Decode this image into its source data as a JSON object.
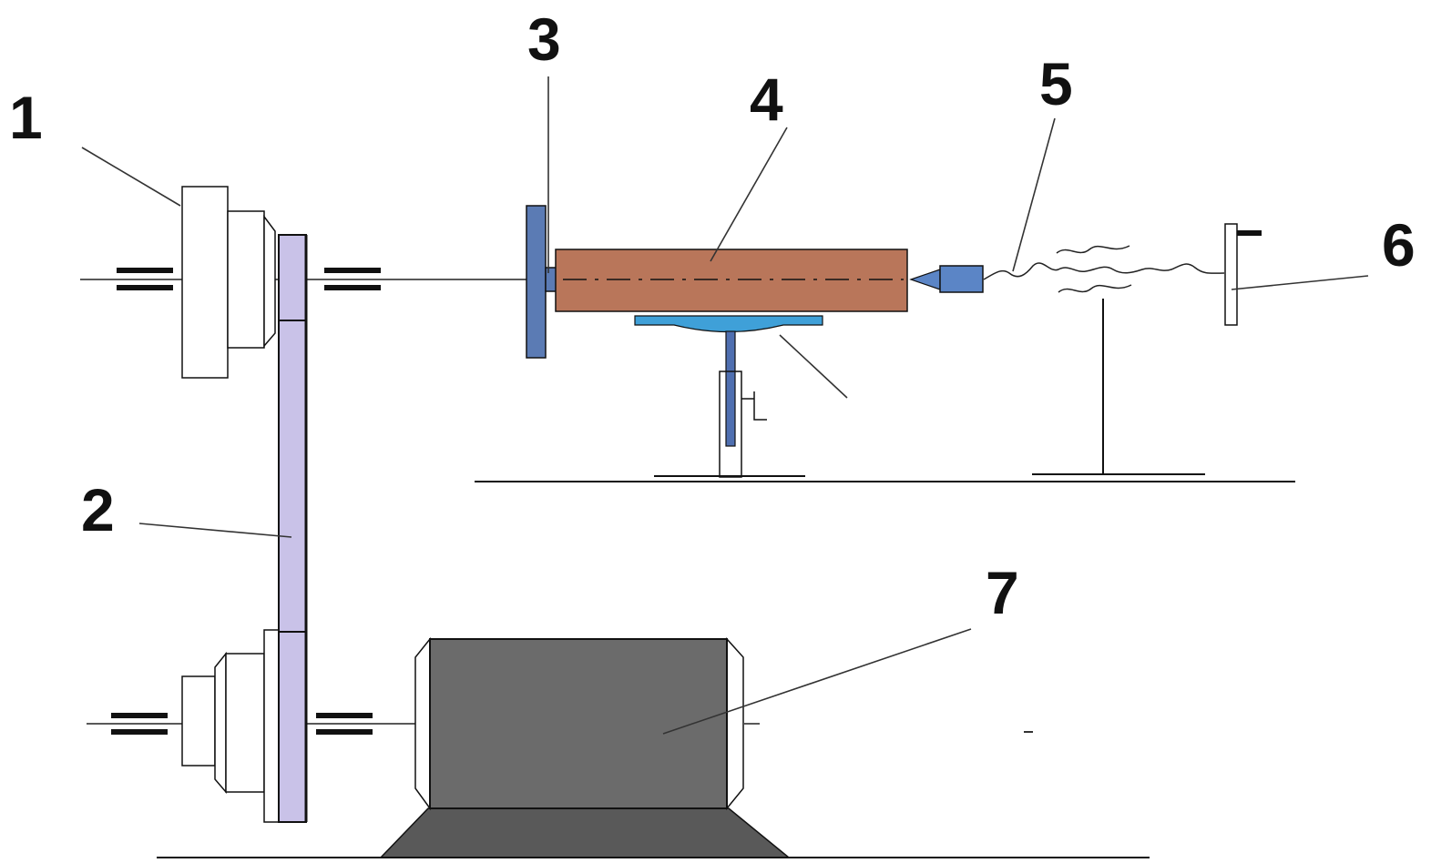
{
  "callouts": {
    "label_1": "1",
    "label_2": "2",
    "label_3": "3",
    "label_4": "4",
    "label_5": "5",
    "label_6": "6",
    "label_7": "7"
  },
  "colors": {
    "belt": "#c9c2e8",
    "flange": "#5b7bb4",
    "workpiece": "#b9765a",
    "support_plate": "#3fa0d8",
    "jack": "#4f6fb0",
    "tail_fitting": "#5b85c6",
    "motor_body": "#6b6b6b",
    "motor_base": "#595959",
    "line": "#111111"
  }
}
